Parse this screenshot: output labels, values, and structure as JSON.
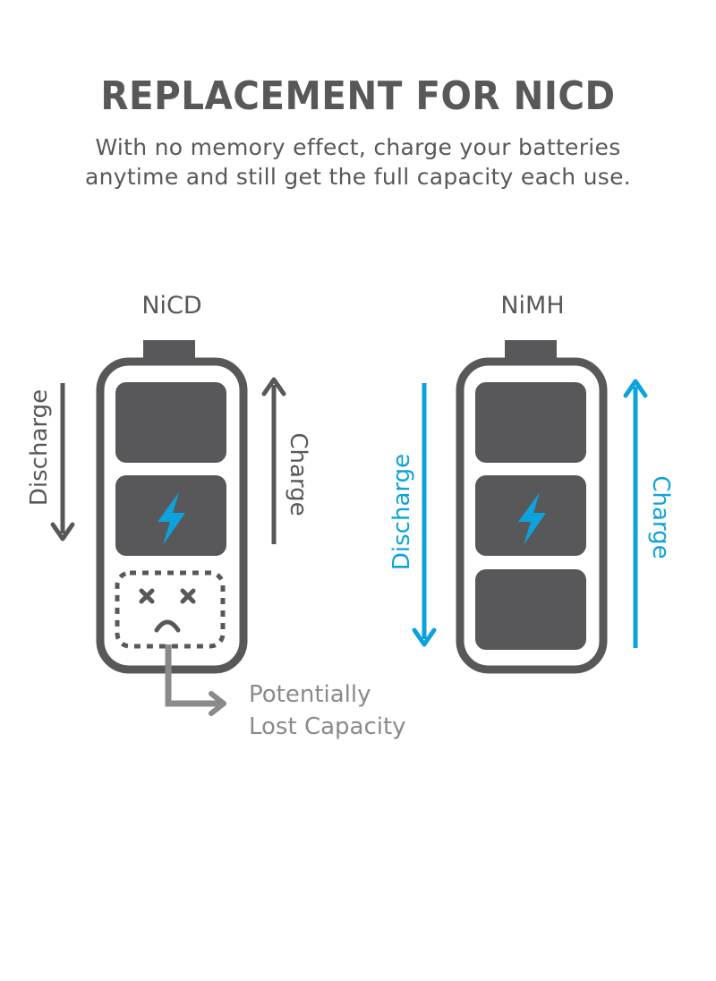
{
  "header": {
    "title": "REPLACEMENT FOR NICD",
    "subtitle_line1": "With no memory effect, charge your batteries",
    "subtitle_line2": "anytime and still get the full capacity each use."
  },
  "nicd": {
    "label": "NiCD",
    "discharge_label": "Discharge",
    "charge_label": "Charge",
    "lost_line1": "Potentially",
    "lost_line2": "Lost Capacity"
  },
  "nimh": {
    "label": "NiMH",
    "discharge_label": "Discharge",
    "charge_label": "Charge"
  },
  "colors": {
    "gray": "#58585a",
    "light_gray": "#8a8a8c",
    "blue": "#0ea2dc"
  },
  "icons": [
    "battery-icon",
    "lightning-bolt-icon",
    "sad-face-icon",
    "arrow-up-icon",
    "arrow-down-icon",
    "elbow-arrow-icon"
  ]
}
